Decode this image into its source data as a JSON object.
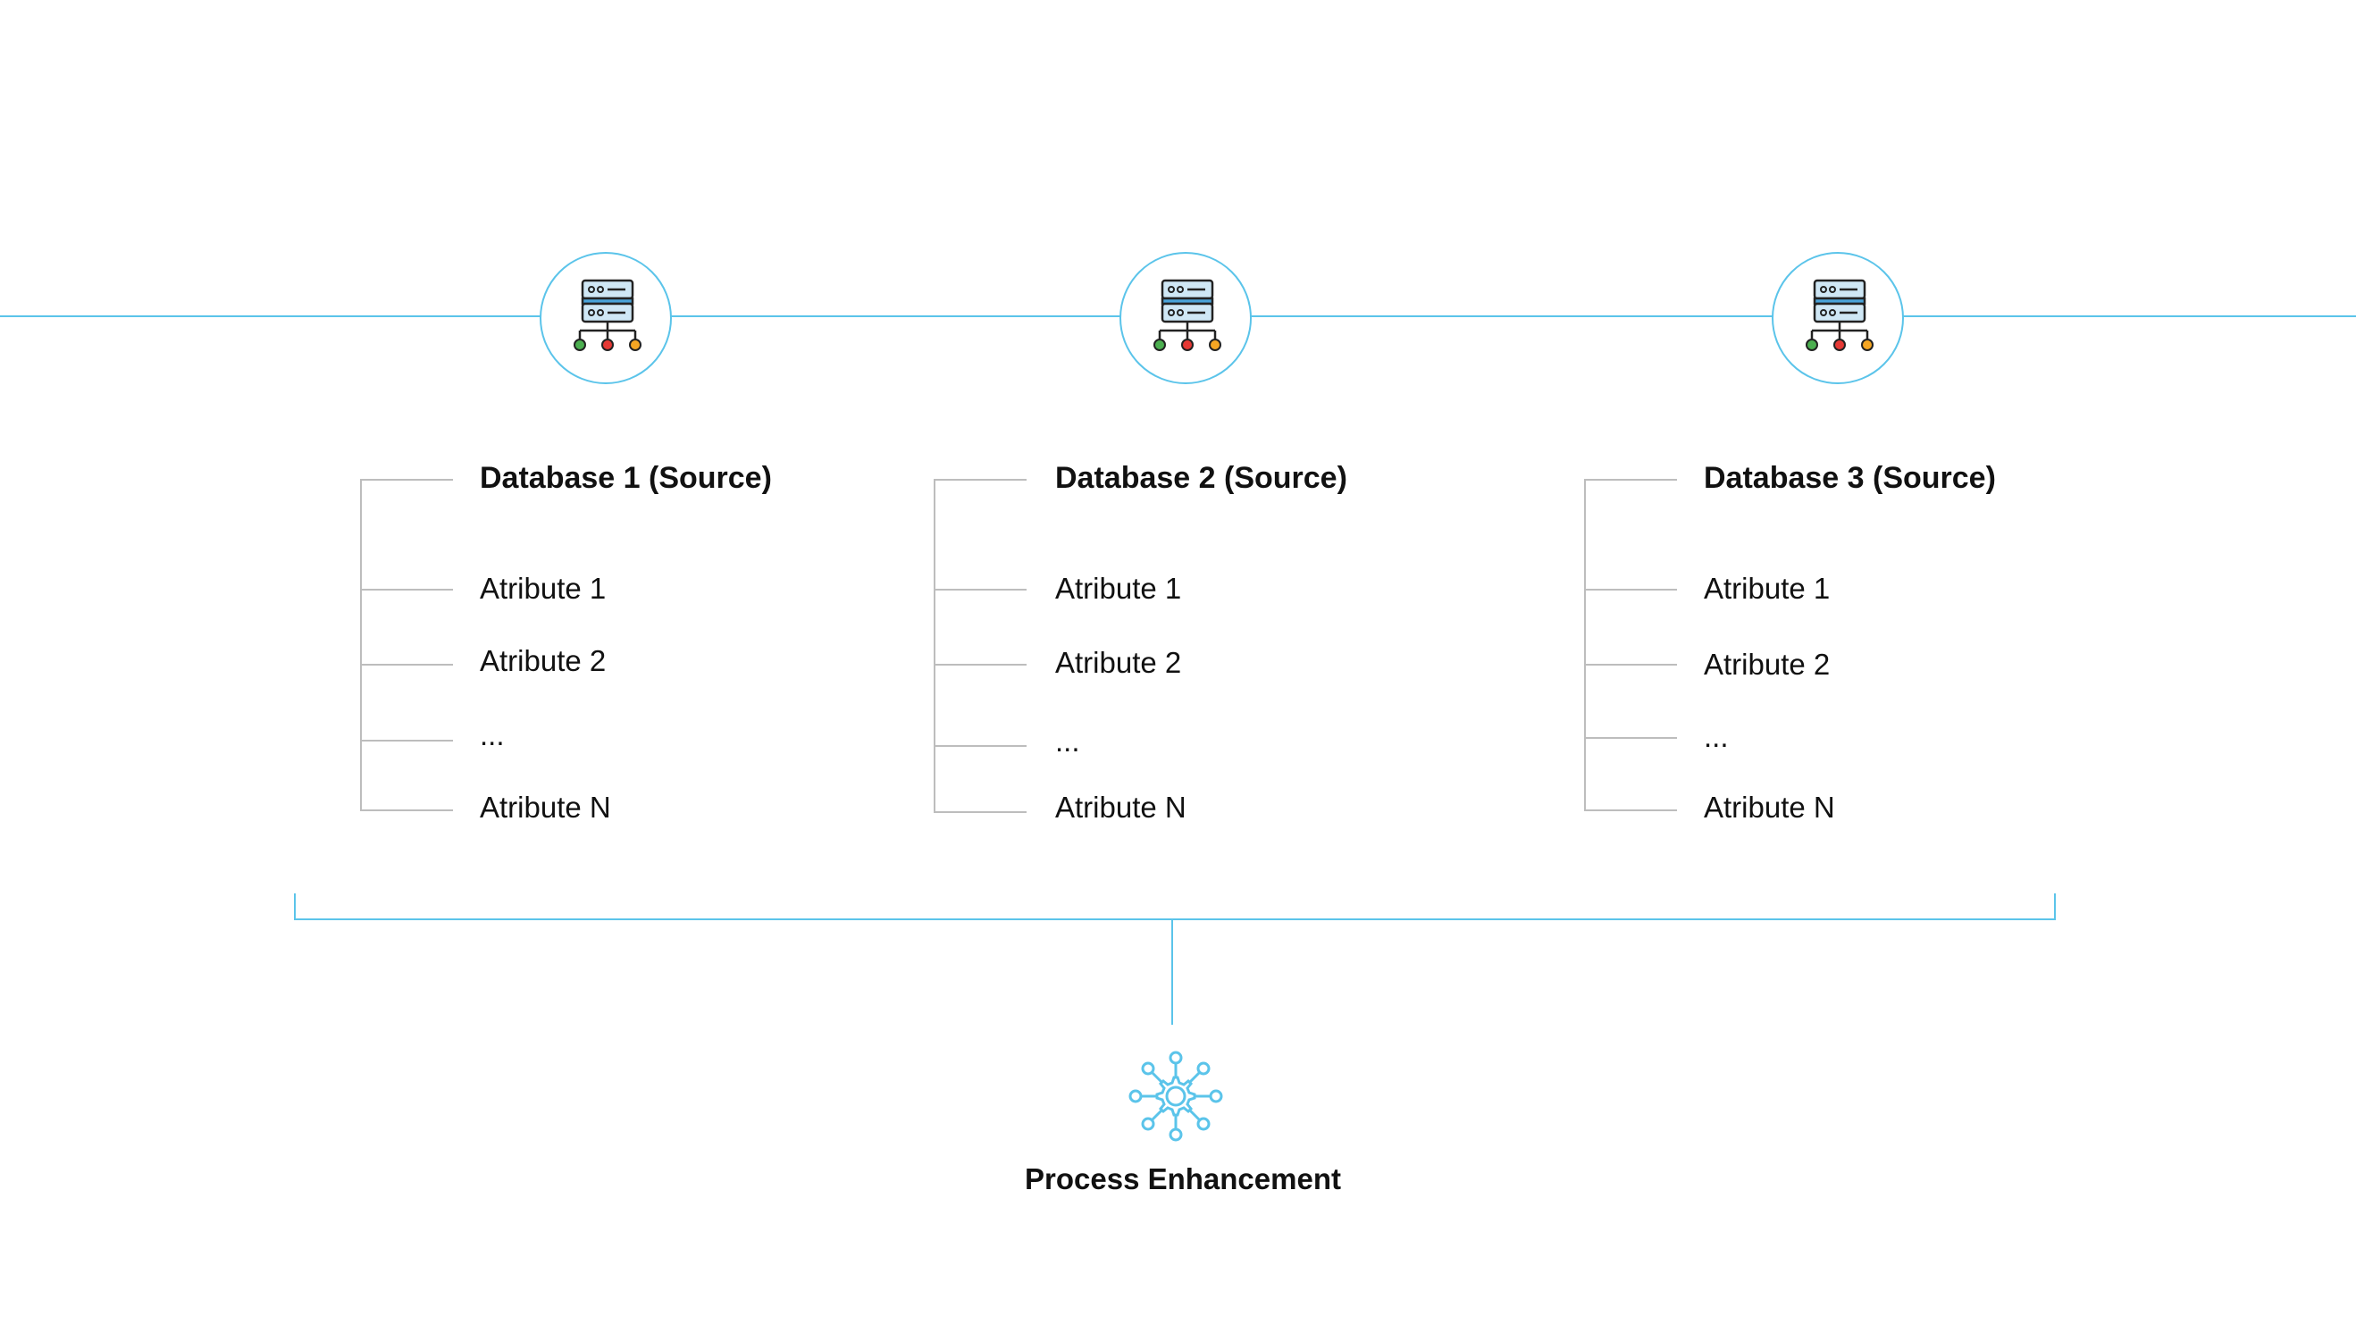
{
  "databases": [
    {
      "title": "Database 1 (Source)",
      "attributes": [
        "Atribute 1",
        "Atribute 2",
        "...",
        "Atribute N"
      ],
      "icon": "server-network-icon"
    },
    {
      "title": "Database 2 (Source)",
      "attributes": [
        "Atribute 1",
        "Atribute 2",
        "...",
        "Atribute N"
      ],
      "icon": "server-network-icon"
    },
    {
      "title": "Database 3 (Source)",
      "attributes": [
        "Atribute 1",
        "Atribute 2",
        "...",
        "Atribute N"
      ],
      "icon": "server-network-icon"
    }
  ],
  "process": {
    "label": "Process Enhancement",
    "icon": "gear-network-icon"
  },
  "colors": {
    "connector": "#5bc4ea",
    "tree_line": "#bdbdbd",
    "server_fill": "#cfe7f5",
    "server_stripe": "#4aa3d9",
    "node_green": "#4caf50",
    "node_red": "#e53935",
    "node_orange": "#f5a623"
  }
}
